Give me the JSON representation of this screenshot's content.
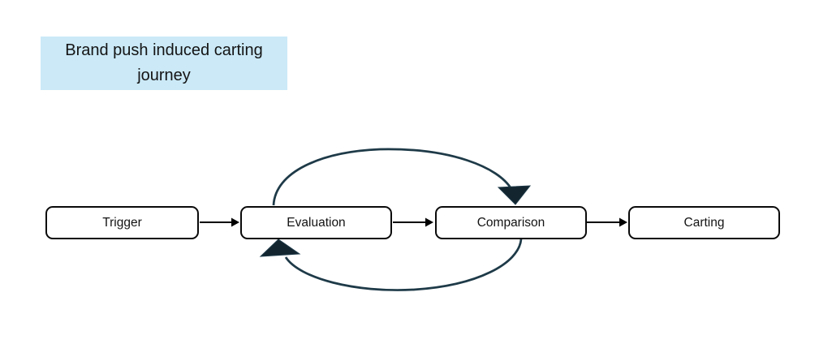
{
  "title": {
    "text": "Brand push induced carting journey",
    "bg_color": "#cbe9f7"
  },
  "nodes": [
    {
      "id": "trigger",
      "label": "Trigger"
    },
    {
      "id": "evaluation",
      "label": "Evaluation"
    },
    {
      "id": "comparison",
      "label": "Comparison"
    },
    {
      "id": "carting",
      "label": "Carting"
    }
  ],
  "edges": [
    {
      "from": "Trigger",
      "to": "Evaluation",
      "type": "straight-arrow"
    },
    {
      "from": "Evaluation",
      "to": "Comparison",
      "type": "straight-arrow"
    },
    {
      "from": "Comparison",
      "to": "Carting",
      "type": "straight-arrow"
    },
    {
      "from": "Evaluation",
      "to": "Comparison",
      "type": "curved-loop-top"
    },
    {
      "from": "Comparison",
      "to": "Evaluation",
      "type": "curved-loop-bottom"
    }
  ],
  "colors": {
    "canvas_bg": "#ffffff",
    "node_bg": "#ffffff",
    "node_border": "#0a0a0a",
    "connector": "#000000",
    "loop_stroke": "#1e3a48",
    "loop_arrow_fill": "#132630"
  }
}
